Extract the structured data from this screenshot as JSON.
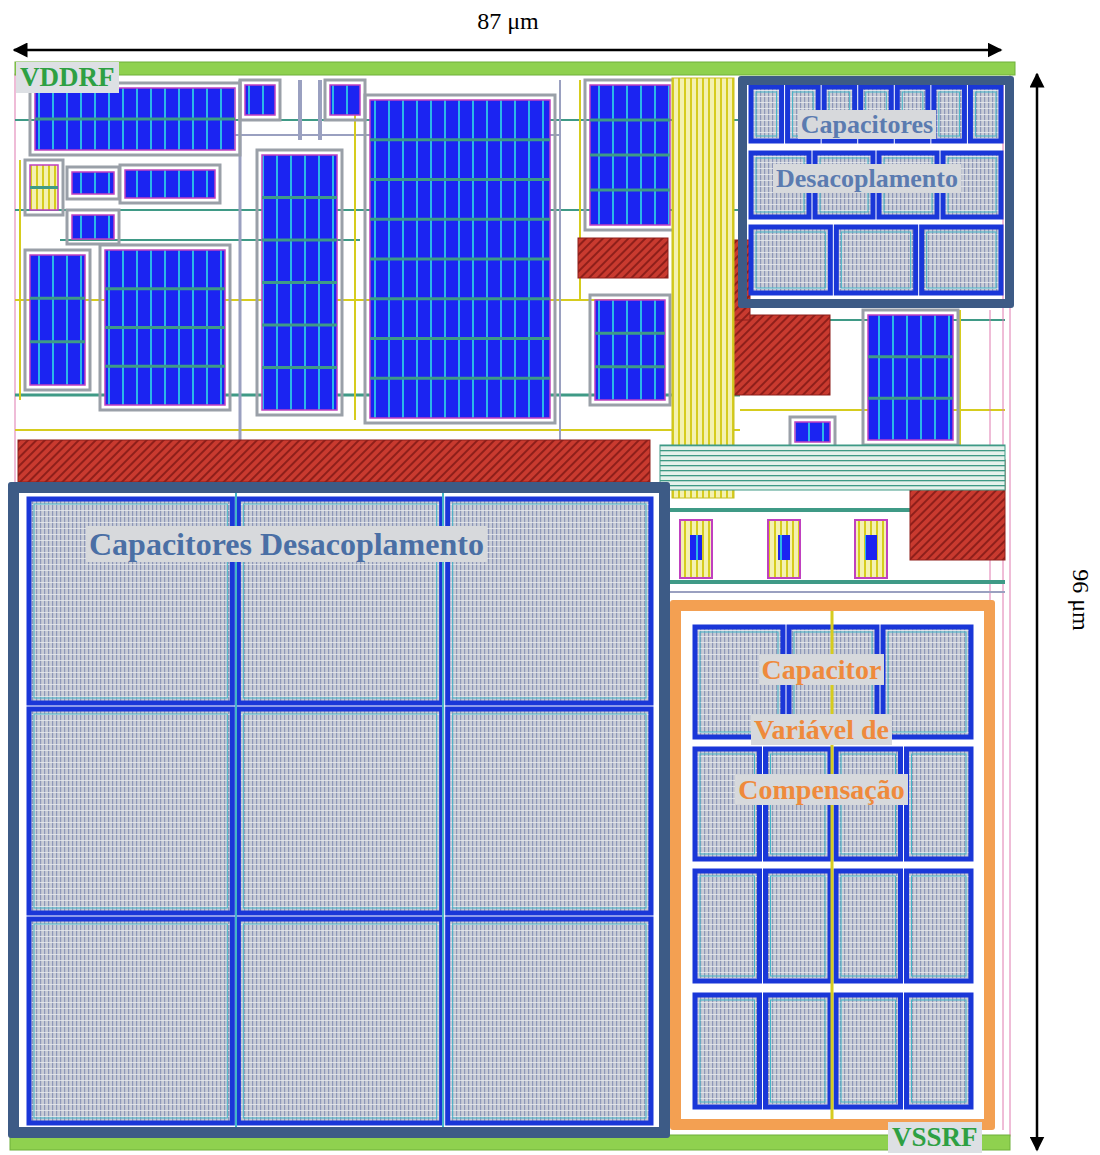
{
  "diagram": {
    "nodes": [
      {
        "text": [
          "Capacitores Desacoplamento"
        ]
      },
      {
        "text": [
          "Capacitores Desacoplamento"
        ]
      },
      {
        "text": [
          "Capacitor Variável de Compensação"
        ]
      }
    ],
    "labels": [
      "87 μm",
      "96 μm",
      "VDDRF",
      "VSSRF"
    ]
  }
}
